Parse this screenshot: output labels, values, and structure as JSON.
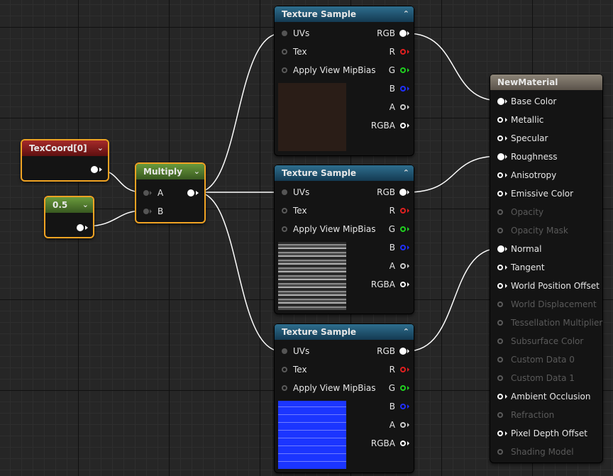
{
  "texcoord": {
    "title": "TexCoord[0]"
  },
  "constant": {
    "title": "0.5"
  },
  "multiply": {
    "title": "Multiply",
    "input_a": "A",
    "input_b": "B"
  },
  "texture_sample": {
    "title": "Texture Sample",
    "inputs": [
      "UVs",
      "Tex",
      "Apply View MipBias"
    ],
    "outputs": [
      "RGB",
      "R",
      "G",
      "B",
      "A",
      "RGBA"
    ],
    "output_colors": [
      "#ffffff",
      "#e02020",
      "#20d020",
      "#2030ff",
      "#cccccc",
      "#ffffff"
    ]
  },
  "material": {
    "title": "NewMaterial",
    "inputs": [
      {
        "label": "Base Color",
        "state": "connected"
      },
      {
        "label": "Metallic",
        "state": "active"
      },
      {
        "label": "Specular",
        "state": "active"
      },
      {
        "label": "Roughness",
        "state": "connected"
      },
      {
        "label": "Anisotropy",
        "state": "active"
      },
      {
        "label": "Emissive Color",
        "state": "active"
      },
      {
        "label": "Opacity",
        "state": "disabled"
      },
      {
        "label": "Opacity Mask",
        "state": "disabled"
      },
      {
        "label": "Normal",
        "state": "connected"
      },
      {
        "label": "Tangent",
        "state": "active"
      },
      {
        "label": "World Position Offset",
        "state": "active"
      },
      {
        "label": "World Displacement",
        "state": "disabled"
      },
      {
        "label": "Tessellation Multiplier",
        "state": "disabled"
      },
      {
        "label": "Subsurface Color",
        "state": "disabled"
      },
      {
        "label": "Custom Data 0",
        "state": "disabled"
      },
      {
        "label": "Custom Data 1",
        "state": "disabled"
      },
      {
        "label": "Ambient Occlusion",
        "state": "active"
      },
      {
        "label": "Refraction",
        "state": "disabled"
      },
      {
        "label": "Pixel Depth Offset",
        "state": "active"
      },
      {
        "label": "Shading Model",
        "state": "disabled"
      }
    ]
  },
  "colors": {
    "selection": "#f0a323",
    "wire": "#ffffff",
    "disabled_text": "#5a5a5a"
  }
}
